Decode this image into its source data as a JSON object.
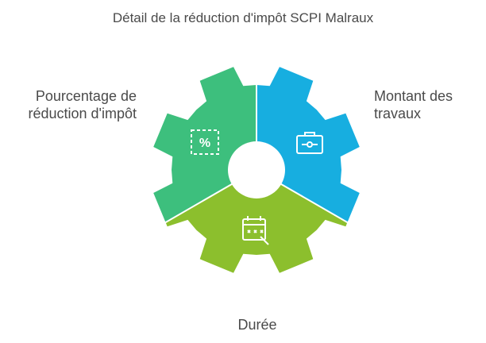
{
  "title": "Détail de la réduction d'impôt SCPI Malraux",
  "segments": [
    {
      "id": "left",
      "label_lines": [
        "Pourcentage de",
        "réduction d'impôt"
      ],
      "color": "#3dbf7d",
      "icon": "percent-icon"
    },
    {
      "id": "right",
      "label_lines": [
        "Montant des",
        "travaux"
      ],
      "color": "#17aee0",
      "icon": "toolbox-icon"
    },
    {
      "id": "bottom",
      "label_lines": [
        "Durée"
      ],
      "color": "#8cbf2d",
      "icon": "calendar-icon"
    }
  ]
}
